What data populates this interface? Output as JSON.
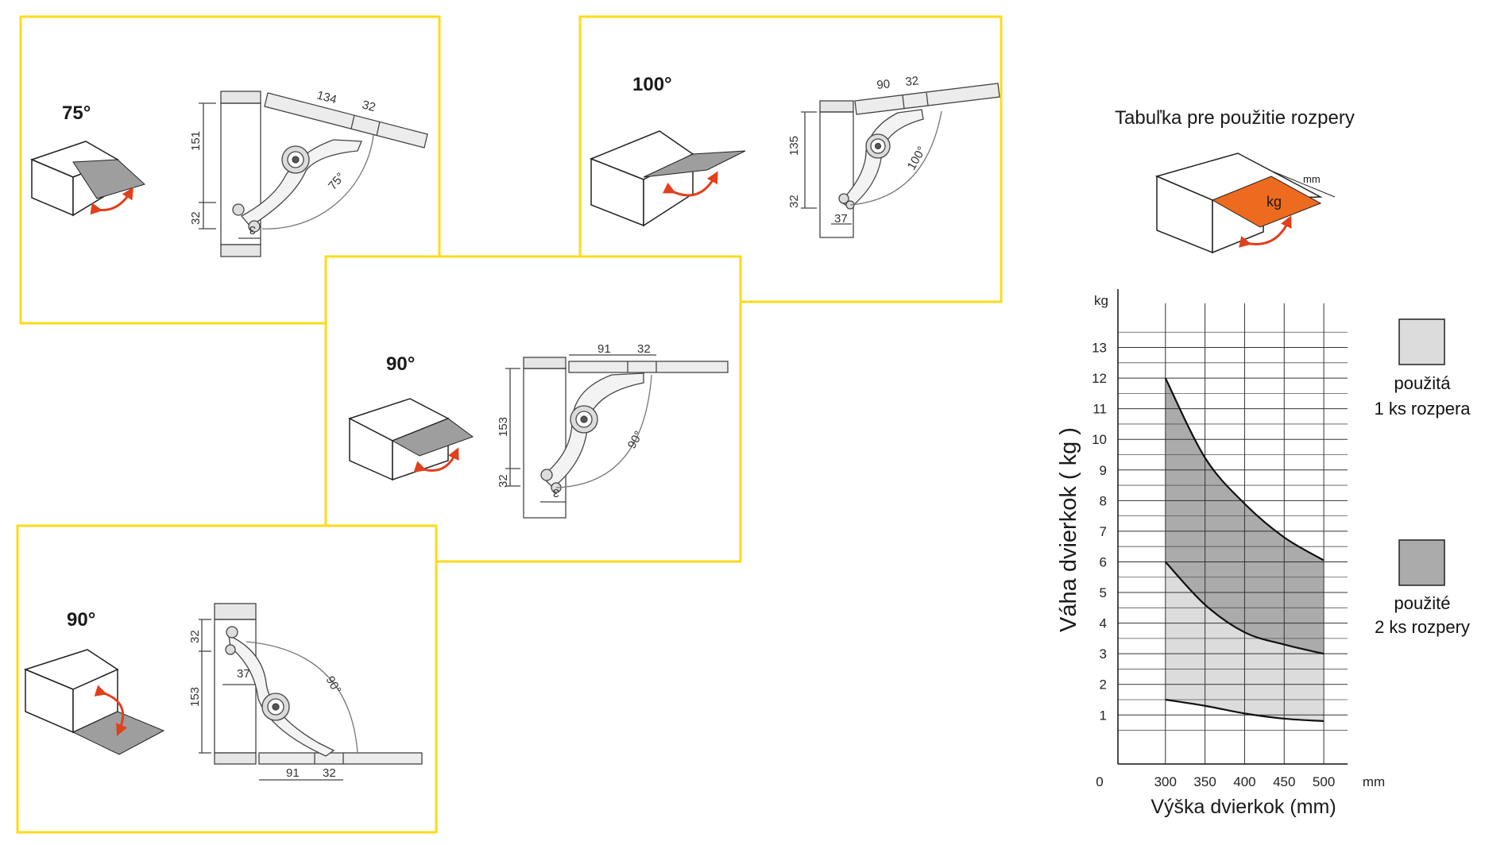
{
  "colors": {
    "frame": "#FFDB1A",
    "arrow": "#E0401C",
    "panel_grey": "#9E9E9E",
    "kg_orange": "#EE6A1E",
    "zone_light": "#DCDCDC",
    "zone_dark": "#ABABAB"
  },
  "panels": [
    {
      "angle": "75°",
      "dims": {
        "arm": "134",
        "offset": "32",
        "height": "151",
        "bottom": "32",
        "side": "3",
        "sweep": "75°"
      }
    },
    {
      "angle": "100°",
      "dims": {
        "arm": "90",
        "offset": "32",
        "height": "135",
        "bottom": "32",
        "side": "37",
        "sweep": "100°"
      }
    },
    {
      "angle": "90°",
      "dims": {
        "arm": "91",
        "offset": "32",
        "height": "153",
        "bottom": "32",
        "side": "3",
        "sweep": "90°"
      }
    },
    {
      "angle": "90°",
      "dims": {
        "arm": "91",
        "offset": "32",
        "height": "153",
        "top": "32",
        "side": "37",
        "sweep": "90°"
      }
    }
  ],
  "table": {
    "title": "Tabuľka pre použitie rozpery",
    "unit_mm": "mm",
    "unit_kg": "kg"
  },
  "chart_data": {
    "type": "area",
    "xlabel": "Výška dvierkok (mm)",
    "ylabel": "Váha dvierkok ( kg )",
    "x_unit": "mm",
    "y_unit": "kg",
    "origin_label": "0",
    "x_ticks": [
      300,
      350,
      400,
      450,
      500
    ],
    "y_ticks": [
      1,
      2,
      3,
      4,
      5,
      6,
      7,
      8,
      9,
      10,
      11,
      12,
      13
    ],
    "xlim": [
      240,
      530
    ],
    "ylim": [
      -0.6,
      14.7
    ],
    "grid": true,
    "x": [
      300,
      350,
      400,
      450,
      500
    ],
    "series": [
      {
        "values": [
          12.0,
          9.4,
          7.9,
          6.8,
          6.05
        ]
      },
      {
        "values": [
          6.0,
          4.6,
          3.7,
          3.3,
          3.0
        ]
      },
      {
        "values": [
          1.5,
          1.3,
          1.05,
          0.88,
          0.8
        ]
      }
    ],
    "legend": [
      {
        "label": "použitá\n1 ks rozpera",
        "line1": "použitá",
        "line2": "1 ks rozpera",
        "color": "#DCDCDC"
      },
      {
        "label": "použité\n2 ks rozpery",
        "line1": "použité",
        "line2": "2 ks rozpery",
        "color": "#ABABAB"
      }
    ],
    "legend_position": "right"
  }
}
